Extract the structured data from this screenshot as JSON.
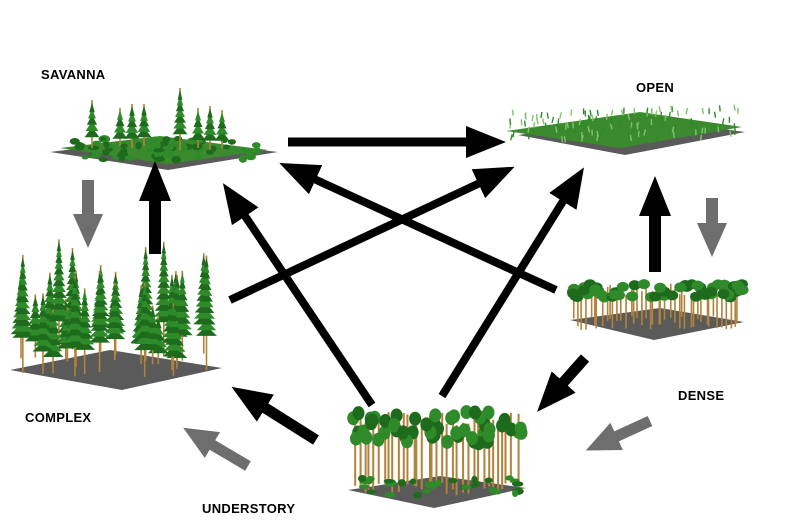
{
  "labels": {
    "savanna": "SAVANNA",
    "open": "OPEN",
    "complex": "COMPLEX",
    "dense": "DENSE",
    "understory": "UNDERSTORY"
  },
  "colors": {
    "strong_arrow": "#000000",
    "weak_arrow": "#6e6e6e",
    "ground": "#5a5a5a",
    "foliage": "#2f8a2a",
    "foliage_dark": "#1f6b1e",
    "trunk": "#b0823a"
  },
  "transitions": [
    {
      "from": "SAVANNA",
      "to": "OPEN",
      "style": "strong"
    },
    {
      "from": "SAVANNA",
      "to": "COMPLEX",
      "style": "weak"
    },
    {
      "from": "COMPLEX",
      "to": "SAVANNA",
      "style": "strong"
    },
    {
      "from": "OPEN",
      "to": "DENSE",
      "style": "weak"
    },
    {
      "from": "DENSE",
      "to": "OPEN",
      "style": "strong"
    },
    {
      "from": "COMPLEX",
      "to": "OPEN",
      "style": "strong"
    },
    {
      "from": "DENSE",
      "to": "SAVANNA",
      "style": "strong"
    },
    {
      "from": "UNDERSTORY",
      "to": "SAVANNA",
      "style": "strong"
    },
    {
      "from": "UNDERSTORY",
      "to": "OPEN",
      "style": "strong"
    },
    {
      "from": "DENSE",
      "to": "UNDERSTORY",
      "style": "strong"
    },
    {
      "from": "UNDERSTORY",
      "to": "COMPLEX",
      "style": "strong"
    },
    {
      "from": "UNDERSTORY",
      "to": "COMPLEX",
      "style": "weak"
    },
    {
      "from": "DENSE",
      "to": "UNDERSTORY",
      "style": "weak"
    }
  ]
}
